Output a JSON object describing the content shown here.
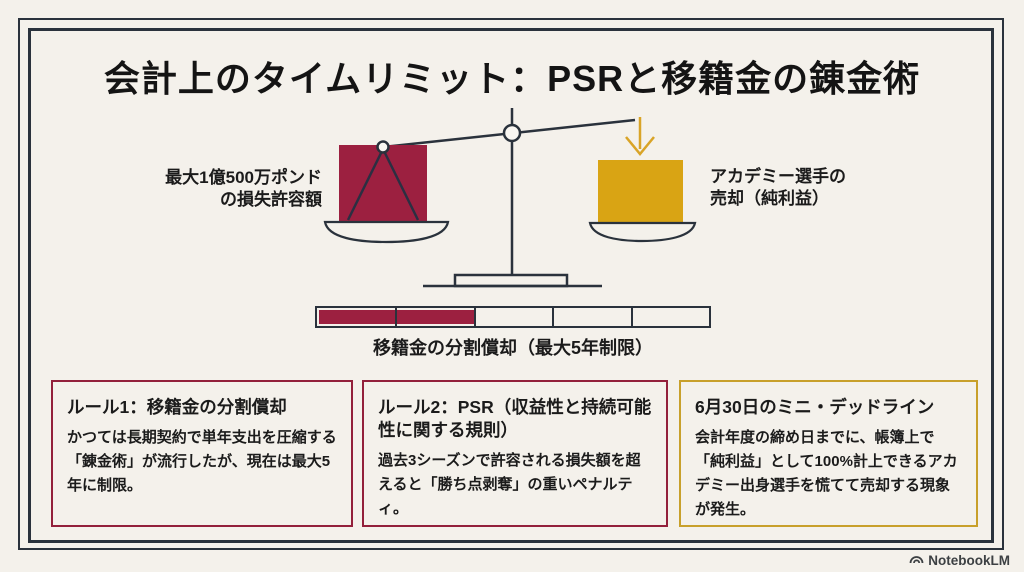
{
  "title": "会計上のタイムリミット：PSRと移籍金の錬金術",
  "scale": {
    "left_label_line1": "最大1億500万ポンド",
    "left_label_line2": "の損失許容額",
    "right_label_line1": "アカデミー選手の",
    "right_label_line2": "売却（純利益）"
  },
  "amortization_bar": {
    "segments_total": 5,
    "segments_filled": 2,
    "label": "移籍金の分割償却（最大5年制限）"
  },
  "boxes": [
    {
      "title": "ルール1：移籍金の分割償却",
      "body": "かつては長期契約で単年支出を圧縮する「錬金術」が流行したが、現在は最大5年に制限。",
      "accent": "#93203B"
    },
    {
      "title": "ルール2：PSR（収益性と持続可能性に関する規則）",
      "body": "過去3シーズンで許容される損失額を超えると「勝ち点剥奪」の重いペナルティ。",
      "accent": "#93203B"
    },
    {
      "title": "6月30日のミニ・デッドライン",
      "body": "会計年度の締め日までに、帳簿上で「純利益」として100%計上できるアカデミー出身選手を慌てて売却する現象が発生。",
      "accent": "#C8A02B"
    }
  ],
  "footer": {
    "brand": "NotebookLM"
  },
  "colors": {
    "background": "#F4F1EB",
    "frame": "#2A323C",
    "maroon": "#9C2040",
    "maroon_border": "#93203B",
    "gold": "#D9A414",
    "gold_border": "#C8A02B",
    "text": "#1B1B1B",
    "brand_text": "#3C4043"
  }
}
